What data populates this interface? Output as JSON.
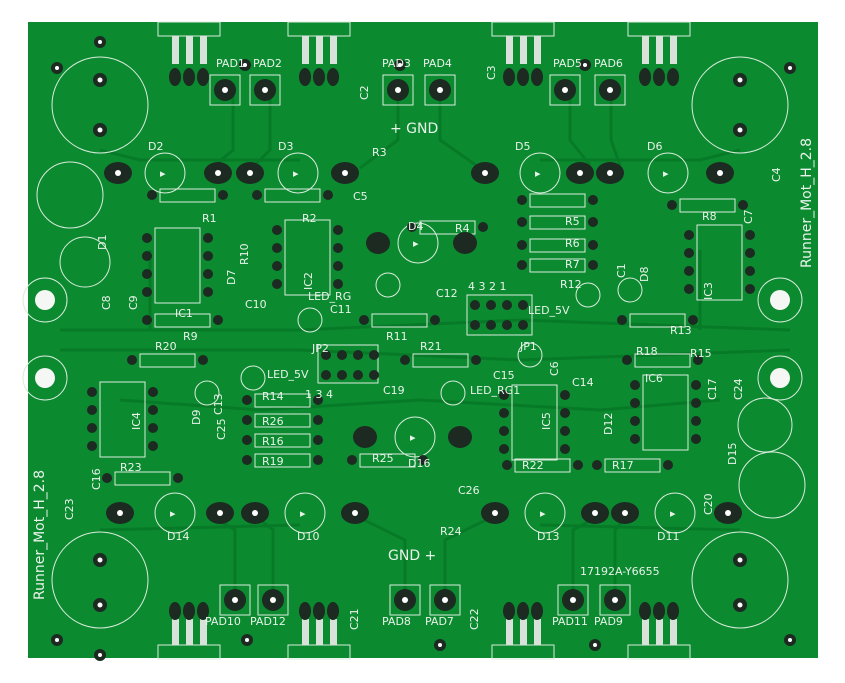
{
  "board": {
    "name": "Runner_Mot_H_2.8",
    "serial": "17192A-Y6655",
    "colors": {
      "soldermask": "#0b8a30",
      "trace": "#077a27",
      "silkscreen": "#e8f3ea",
      "pad": "#1c2a22",
      "tab": "#d9e2da"
    }
  },
  "labels": [
    "PAD1",
    "PAD2",
    "PAD3",
    "PAD4",
    "PAD5",
    "PAD6",
    "+ GND",
    "D2",
    "D3",
    "R3",
    "D5",
    "D6",
    "R1",
    "R2",
    "C5",
    "D4",
    "R4",
    "R5",
    "R6",
    "R7",
    "R8",
    "C4",
    "C7",
    "D1",
    "D7",
    "R10",
    "IC2",
    "IC3",
    "C8",
    "C9",
    "IC1",
    "C10",
    "LED_RG",
    "C11",
    "C12",
    "4  3  2  1",
    "R12",
    "LED_5V",
    "R9",
    "R11",
    "R13",
    "C1",
    "D8",
    "C2",
    "C3",
    "Runner_Mot_H_2.8",
    "R20",
    "JP2",
    "R21",
    "JP1",
    "R18",
    "LED_5V",
    "C15",
    "C14",
    "IC6",
    "C17",
    "C24",
    "R14",
    "1  3  4",
    "C19",
    "LED_RG1",
    "R26",
    "R16",
    "R19",
    "IC4",
    "D9",
    "C25",
    "C13",
    "IC5",
    "R25",
    "D16",
    "C26",
    "R22",
    "R17",
    "D12",
    "D15",
    "R23",
    "C16",
    "C23",
    "Runner_Mot_H_2.8",
    "D14",
    "D10",
    "R24",
    "D13",
    "D11",
    "C20",
    "GND +",
    "17192A-Y6655",
    "PAD10",
    "PAD12",
    "PAD8",
    "PAD7",
    "C21",
    "C22",
    "PAD11",
    "PAD9",
    "C6",
    "R15"
  ]
}
